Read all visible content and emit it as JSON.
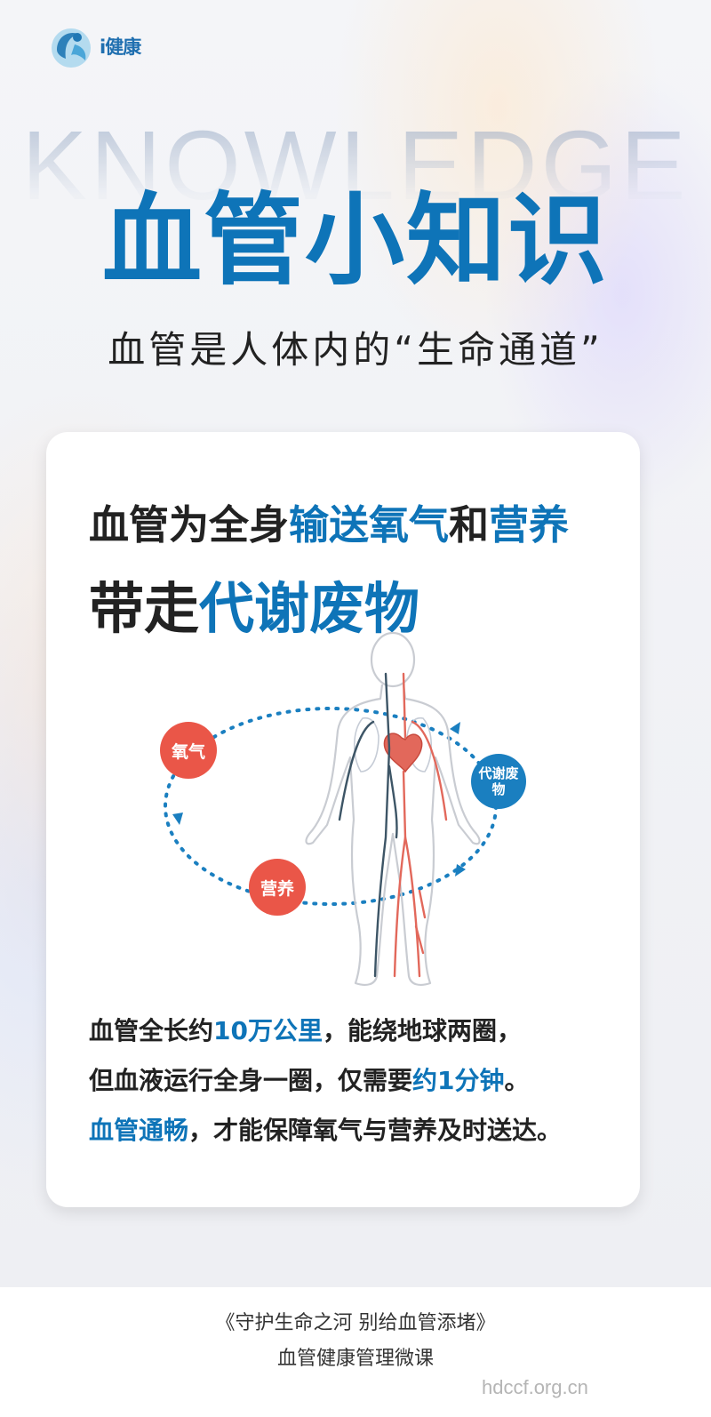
{
  "brand": {
    "logo_text": "i健康"
  },
  "header": {
    "background_word": "KNOWLEDGE",
    "title": "血管小知识",
    "subtitle": "血管是人体内的“生命通道”"
  },
  "card": {
    "headline1": {
      "prefix": "血管为全身",
      "hl1": "输送氧气",
      "mid": "和",
      "hl2": "营养"
    },
    "headline2": {
      "prefix": "带走",
      "hl": "代谢废物"
    },
    "labels": {
      "oxygen": "氧气",
      "nutrition": "营养",
      "waste": "代谢废物"
    },
    "para1": {
      "prefix": "血管全长约",
      "hl": "10万公里",
      "suffix": "，能绕地球两圈，"
    },
    "para2": {
      "prefix": "但血液运行全身一圈，仅需要",
      "hl": "约1分钟",
      "suffix": "。"
    },
    "para3": {
      "hl": "血管通畅",
      "suffix": "，才能保障氧气与营养及时送达。"
    }
  },
  "footer": {
    "line1": "《守护生命之河 别给血管添堵》",
    "line2": "血管健康管理微课",
    "watermark": "hdccf.org.cn"
  },
  "colors": {
    "primary_blue": "#0e74b8",
    "accent_red": "#ea5648",
    "text_dark": "#222222"
  },
  "icons": [
    "brand-logo-icon",
    "human-circulatory-illustration"
  ]
}
